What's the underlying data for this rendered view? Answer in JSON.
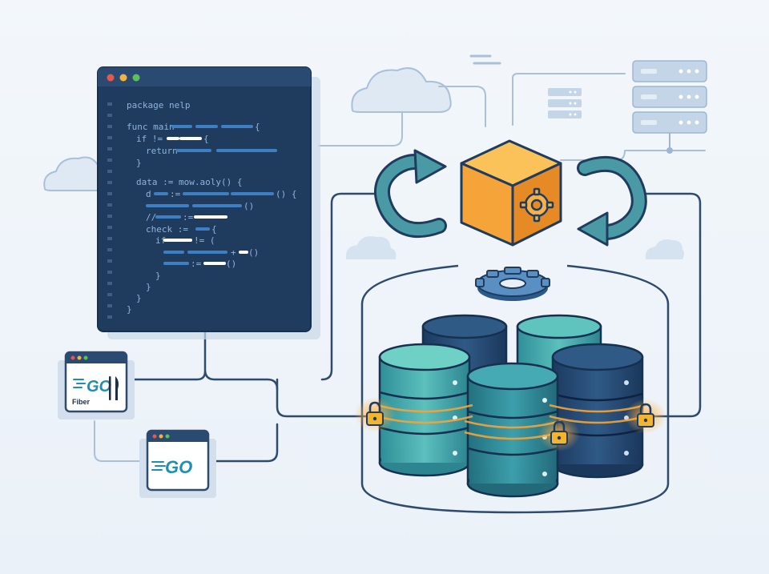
{
  "code_window": {
    "lines": [
      "package nelp",
      "func main",
      "if !=",
      "return",
      "}",
      "data := mow.aoly() {",
      "d",
      "//",
      "check :=",
      "if",
      ":=",
      "}",
      "}",
      "}"
    ],
    "tokens": {
      "assign": ":=",
      "paren_brace": "() {",
      "brace": "{",
      "parens": "()",
      "neq": "!= (",
      "plus": "+",
      "paren": "()",
      "assign2": ":=",
      "assign3": ":="
    }
  },
  "fiber_badge": {
    "logo": "GO",
    "label": "Fiber"
  },
  "go_badge": {
    "logo": "GO"
  },
  "colors": {
    "code_bg": "#1f3b5e",
    "line": "#2e4a6e",
    "cube_orange": "#f5a43a",
    "arrow_teal": "#3e8f99",
    "lock": "#f0a422",
    "db_teal": "#3a9aa3",
    "db_navy": "#21406a"
  },
  "icons": [
    "cloud-icon",
    "server-rack-icon",
    "gear-icon",
    "cube-icon",
    "refresh-arrow-icon",
    "database-icon",
    "lock-icon"
  ]
}
